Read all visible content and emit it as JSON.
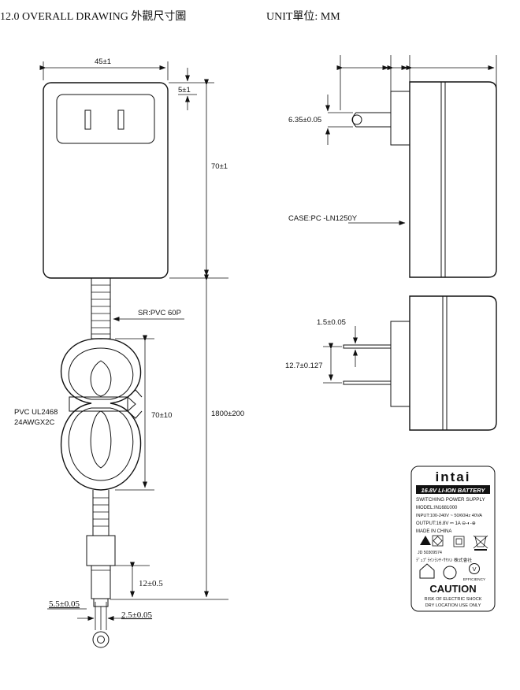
{
  "header": {
    "title": "12.0 OVERALL DRAWING 外觀尺寸圖",
    "unit": "UNIT單位: MM"
  },
  "dimensions": {
    "width": "45±1",
    "pin_offset": "5±1",
    "height": "70±1",
    "cable_length": "1800±200",
    "coil_length": "70±10",
    "plug_length": "12±0.5",
    "plug_outer_dia": "5.5±0.05",
    "plug_inner_dia": "2.5±0.05",
    "pin_hole": "6.35±0.05",
    "pin_thickness": "1.5±0.05",
    "pin_spacing": "12.7±0.127"
  },
  "callouts": {
    "strain_relief": "SR:PVC 60P",
    "cable_line1": "PVC UL2468",
    "cable_line2": "24AWGX2C",
    "case": "CASE:PC -LN1250Y"
  },
  "label": {
    "brand": "intai",
    "battery": "16.8V LI-ION BATTERY",
    "lines": [
      "SWITCHING POWER SUPPLY",
      "MODEL:IN1681000",
      "INPUT:100-240V ~ 50/60Hz 40VA",
      "OUTPUT:16.8V ⎓ 1A ⊖-◐-⊕",
      "MADE IN CHINA"
    ],
    "jd_code": "JD 50309574",
    "japanese": "ﾃﾞｭﾌﾟﾗｲﾝﾗﾝﾁ･ｻﾔﾊﾝ 株式會社",
    "efficiency_mark": "V",
    "efficiency_text": "EFFICIENCY",
    "caution_title": "CAUTION",
    "caution_line1": "RISK OF ELECTRIC SHOCK",
    "caution_line2": "DRY LOCATION USE ONLY"
  }
}
